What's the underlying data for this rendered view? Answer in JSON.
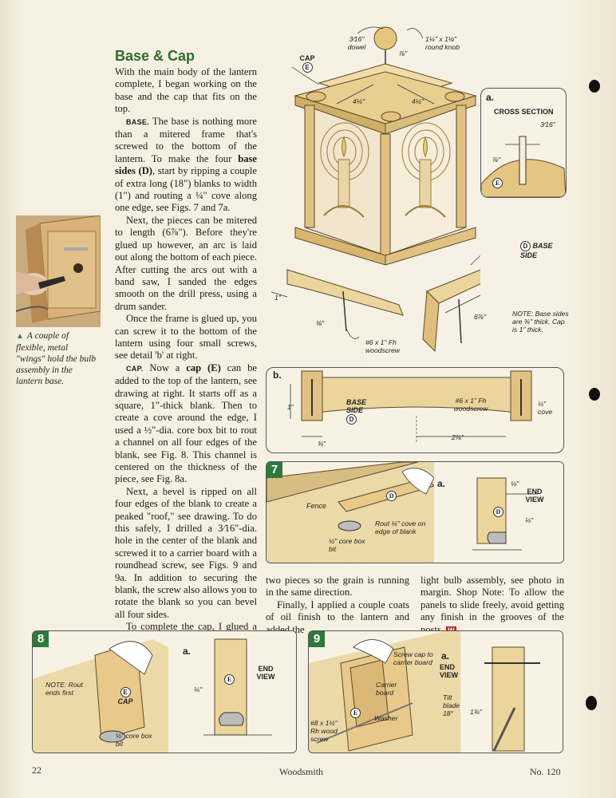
{
  "article": {
    "title": "Base & Cap",
    "p1": "With the main body of the lantern complete, I began working on the base and the cap that fits on the top.",
    "base_runin": "BASE.",
    "p2a": " The base is nothing more than a mitered frame that's screwed to the bottom of the lantern. To make the four ",
    "p2_bold": "base sides (D)",
    "p2b": ", start by ripping a couple of extra long (18\") blanks to width (1\") and routing a ¼\" cove along one edge, see Figs. 7 and 7a.",
    "p3": "Next, the pieces can be mitered to length (6⅞\"). Before they're glued up however, an arc is laid out along the bottom of each piece. After cutting the arcs out with a band saw, I sanded the edges smooth on the drill press, using a drum sander.",
    "p4": "Once the frame is glued up, you can screw it to the bottom of the lantern using four small screws, see detail 'b' at right.",
    "cap_runin": "CAP.",
    "p5a": " Now a ",
    "p5_bold": "cap (E)",
    "p5b": " can be added to the top of the lantern, see drawing at right. It starts off as a square, 1\"-thick blank. Then to create a cove around the edge, I used a ½\"-dia. core box bit to rout a channel on all four edges of the blank, see Fig. 8. This channel is centered on the thickness of the piece, see Fig. 8a.",
    "p6": "Next, a bevel is ripped on all four edges of the blank to create a peaked \"roof,\" see drawing. To do this safely, I drilled a 3⁄16\"-dia. hole in the center of the blank and screwed it to a carrier board with a roundhead screw, see Figs. 9 and 9a. In addition to securing the blank, the screw also allows you to rotate the blank so you can bevel all four sides.",
    "p7": "To complete the cap, I glued a round, hardwood drawer pull to the top of the cap, see detail 'a' above. (I used a dowel pin to strengthen the joint.) Then the cap can be glued to the top. Just make sure to orient the",
    "p8": "two pieces so the grain is running in the same direction.",
    "p9": "Finally, I applied a couple coats of oil finish to the lantern and added the",
    "p10": "light bulb assembly, see photo in margin. Shop Note: To allow the panels to slide freely, avoid getting any finish in the grooves of the posts.",
    "end_mark": "W"
  },
  "photo_caption": "A couple of flexible, metal \"wings\" hold the bulb assembly in the lantern base.",
  "main_drawing": {
    "dowel": "3⁄16\" dowel",
    "knob": "1¼\" x 1⅛\" round knob",
    "knob_dim": "⅞\"",
    "cap_label": "CAP",
    "cap_letter": "E",
    "dim_left": "4¼\"",
    "dim_right": "4¼\"",
    "dim_one": "1\"",
    "dim_38": "⅜\"",
    "dim_678": "6⅞\"",
    "screw": "#6 x 1\" Fh woodscrew",
    "base_side": "BASE SIDE",
    "base_letter": "D",
    "note": "NOTE: Base sides are ¾\" thick. Cap is 1\" thick."
  },
  "detail_a": {
    "letter": "a.",
    "title": "CROSS SECTION",
    "dim_top": "3⁄16\"",
    "dim_side": "⅞\"",
    "letter_e": "E"
  },
  "detail_b": {
    "letter": "b.",
    "base_side": "BASE SIDE",
    "base_letter": "D",
    "screw": "#6 x 1\" Fh woodscrew",
    "dim_1": "1\"",
    "dim_34": "¾\"",
    "dim_cove": "¼\" cove",
    "dim_width": "2⅞\""
  },
  "fig7": {
    "num": "7",
    "fence": "Fence",
    "letter_d": "D",
    "rout": "Rout ¼\" cove on edge of blank",
    "bit": "½\" core box bit",
    "detail_letter": "a.",
    "end_view": "END VIEW",
    "dim_14": "¼\"",
    "dim_14b": "¼\"",
    "letter_d2": "D"
  },
  "fig8": {
    "num": "8",
    "note": "NOTE: Rout ends first",
    "cap": "CAP",
    "letter_e": "E",
    "bit": "½\" core box bit",
    "detail_letter": "a.",
    "end_view": "END VIEW",
    "dim_14": "¼\"",
    "letter_e2": "E"
  },
  "fig9": {
    "num": "9",
    "screw_cap": "Screw cap to carrier board",
    "carrier": "Carrier board",
    "washer": "Washer",
    "letter_e": "E",
    "rh_screw": "#8 x 1½\" Rh wood screw",
    "detail_letter": "a.",
    "end_view": "END VIEW",
    "tilt": "Tilt blade 18°",
    "dim_134": "1¾\""
  },
  "footer": {
    "page": "22",
    "magazine": "Woodsmith",
    "issue": "No. 120"
  }
}
